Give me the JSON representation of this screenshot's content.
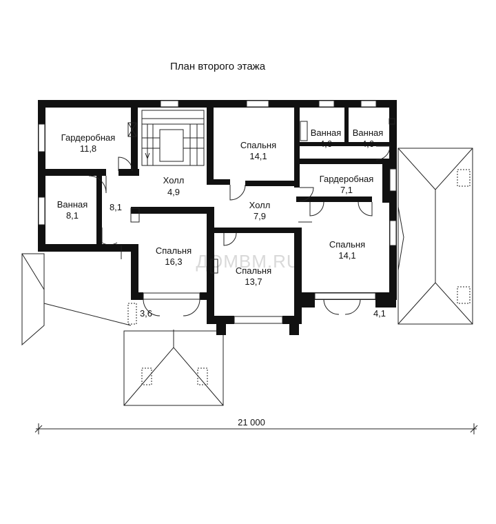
{
  "title": "План второго этажа",
  "watermark": "ДОМВМ.RU",
  "dimension": "21 000",
  "rooms": [
    {
      "name": "Гардеробная",
      "area": "11,8"
    },
    {
      "name": "Ванная",
      "area": "8,1"
    },
    {
      "name": "",
      "area": "8,1"
    },
    {
      "name": "Холл",
      "area": "4,9"
    },
    {
      "name": "Спальня",
      "area": "14,1"
    },
    {
      "name": "Ванная",
      "area": "4,6"
    },
    {
      "name": "Ванная",
      "area": "4,6"
    },
    {
      "name": "Гардеробная",
      "area": "7,1"
    },
    {
      "name": "Холл",
      "area": "7,9"
    },
    {
      "name": "Спальня",
      "area": "16,3"
    },
    {
      "name": "Спальня",
      "area": "13,7"
    },
    {
      "name": "Спальня",
      "area": "14,1"
    },
    {
      "name": "",
      "area": "3,6"
    },
    {
      "name": "",
      "area": "4,1"
    }
  ]
}
